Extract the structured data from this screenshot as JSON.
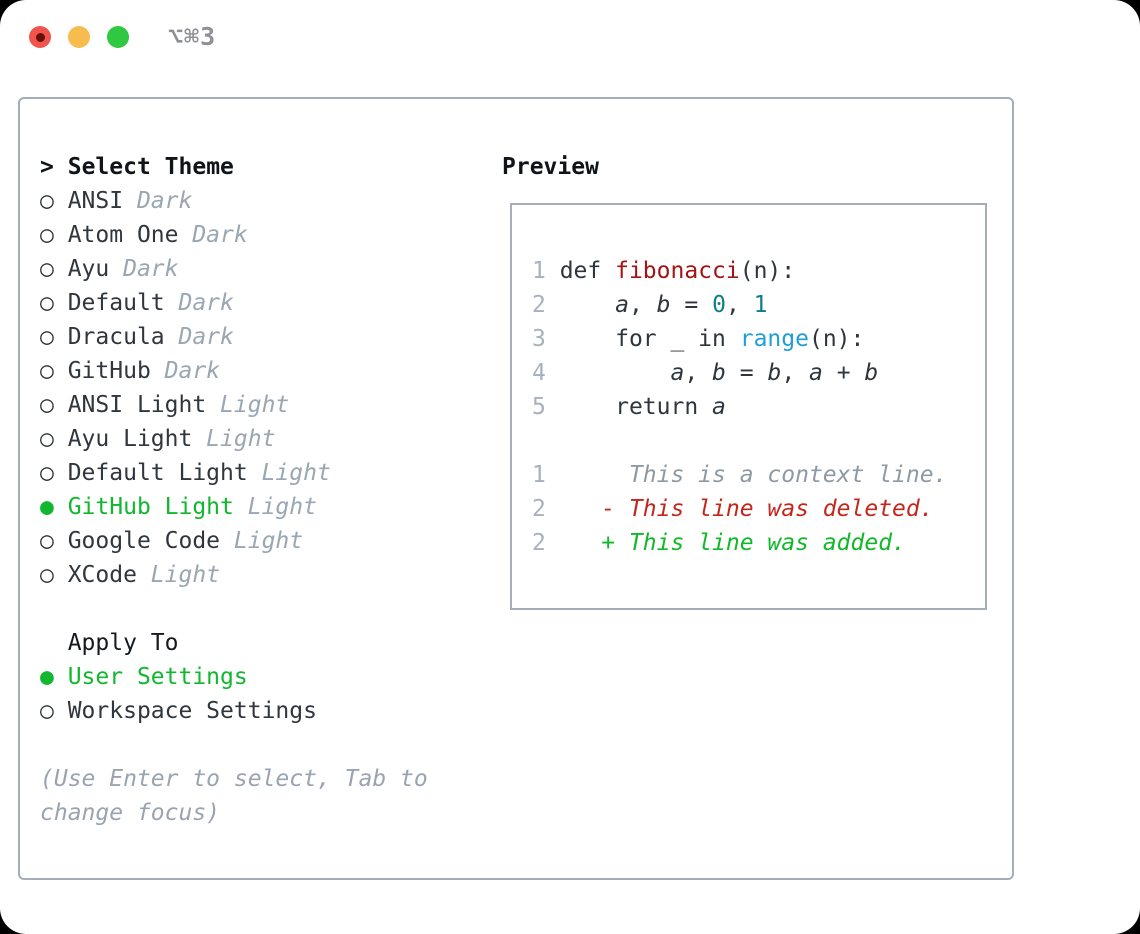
{
  "window": {
    "title_shortcut": "⌥⌘3"
  },
  "theme_list": {
    "header_prefix": ">",
    "header": "Select Theme",
    "items": [
      {
        "name": "ANSI",
        "variant": "Dark",
        "selected": false
      },
      {
        "name": "Atom One",
        "variant": "Dark",
        "selected": false
      },
      {
        "name": "Ayu",
        "variant": "Dark",
        "selected": false
      },
      {
        "name": "Default",
        "variant": "Dark",
        "selected": false
      },
      {
        "name": "Dracula",
        "variant": "Dark",
        "selected": false
      },
      {
        "name": "GitHub",
        "variant": "Dark",
        "selected": false
      },
      {
        "name": "ANSI Light",
        "variant": "Light",
        "selected": false
      },
      {
        "name": "Ayu Light",
        "variant": "Light",
        "selected": false
      },
      {
        "name": "Default Light",
        "variant": "Light",
        "selected": false
      },
      {
        "name": "GitHub Light",
        "variant": "Light",
        "selected": true
      },
      {
        "name": "Google Code",
        "variant": "Light",
        "selected": false
      },
      {
        "name": "XCode",
        "variant": "Light",
        "selected": false
      }
    ]
  },
  "apply_to": {
    "header": "Apply To",
    "options": [
      {
        "name": "User Settings",
        "selected": true
      },
      {
        "name": "Workspace Settings",
        "selected": false
      }
    ]
  },
  "hint": {
    "text": "(Use Enter to select, Tab to change focus)"
  },
  "preview": {
    "header": "Preview",
    "token_legend": {
      "ln": "line-number",
      "df": "code-default",
      "fn": "function-name",
      "id": "identifier-italic",
      "nu": "number-literal",
      "bi": "builtin-function",
      "cx": "diff-context-line",
      "de": "diff-deleted-line",
      "ad": "diff-added-line"
    },
    "code_lines": [
      [
        [
          "ln",
          "1"
        ],
        [
          "df",
          " def "
        ],
        [
          "fn",
          "fibonacci"
        ],
        [
          "df",
          "(n):"
        ]
      ],
      [
        [
          "ln",
          "2"
        ],
        [
          "df",
          "     "
        ],
        [
          "id",
          "a"
        ],
        [
          "df",
          ", "
        ],
        [
          "id",
          "b"
        ],
        [
          "df",
          " = "
        ],
        [
          "nu",
          "0"
        ],
        [
          "df",
          ", "
        ],
        [
          "nu",
          "1"
        ]
      ],
      [
        [
          "ln",
          "3"
        ],
        [
          "df",
          "     for _ in "
        ],
        [
          "bi",
          "range"
        ],
        [
          "df",
          "(n):"
        ]
      ],
      [
        [
          "ln",
          "4"
        ],
        [
          "df",
          "         "
        ],
        [
          "id",
          "a"
        ],
        [
          "df",
          ", "
        ],
        [
          "id",
          "b"
        ],
        [
          "df",
          " = "
        ],
        [
          "id",
          "b"
        ],
        [
          "df",
          ", "
        ],
        [
          "id",
          "a"
        ],
        [
          "df",
          " + "
        ],
        [
          "id",
          "b"
        ]
      ],
      [
        [
          "ln",
          "5"
        ],
        [
          "df",
          "     return "
        ],
        [
          "id",
          "a"
        ]
      ],
      [],
      [
        [
          "ln",
          "1"
        ],
        [
          "cx",
          "      This is a context line."
        ]
      ],
      [
        [
          "ln",
          "2"
        ],
        [
          "de",
          "    - This line was deleted."
        ]
      ],
      [
        [
          "ln",
          "2"
        ],
        [
          "ad",
          "    + This line was added."
        ]
      ]
    ]
  },
  "icons": {
    "radio_unselected": "○",
    "radio_selected": "●"
  },
  "colors": {
    "selected_green": "#11b72f",
    "added_green": "#12b829",
    "deleted_red": "#c3271b",
    "function_red": "#a31515",
    "number_teal": "#0e7e8b",
    "builtin_blue": "#219fd5",
    "muted_gray": "#9aa6b2",
    "border_gray": "#a5adb8",
    "text_dark": "#2f353d",
    "traffic_red": "#f0544c",
    "traffic_yellow": "#f6bd4e",
    "traffic_green": "#2ec940"
  }
}
